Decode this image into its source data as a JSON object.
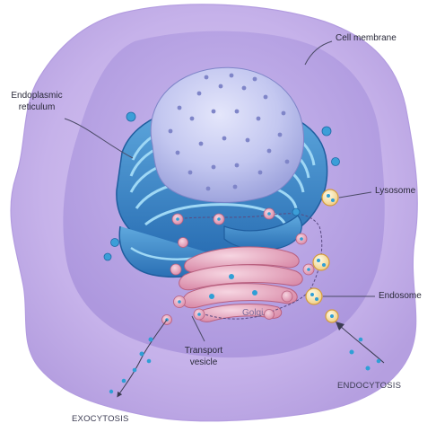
{
  "labels": {
    "cell_membrane": "Cell membrane",
    "er_line1": "Endoplasmic",
    "er_line2": "reticulum",
    "lysosome": "Lysosome",
    "endosome": "Endosome",
    "golgi": "Golgi",
    "transport_line1": "Transport",
    "transport_line2": "vesicle",
    "endocytosis": "ENDOCYTOSIS",
    "exocytosis": "EXOCYTOSIS"
  },
  "colors": {
    "cell_outer": "#cbb6ea",
    "cell_inner": "#b9a6e2",
    "nucleus": "#bfc3ee",
    "nucleus_pore": "#7f85c8",
    "er": "#3f86c8",
    "er_light": "#8fd0f0",
    "golgi": "#e3a7bd",
    "vesicle": "#f5e7b0",
    "cargo": "#2f9fd6",
    "leader": "#4a4a66"
  }
}
